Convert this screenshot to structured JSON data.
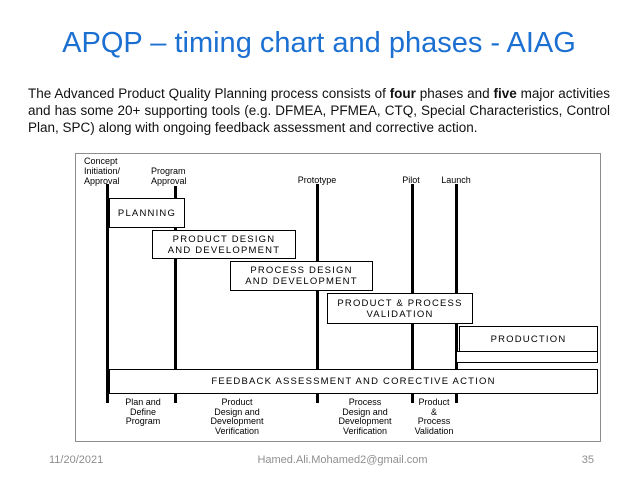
{
  "slide": {
    "title": "APQP – timing chart and phases - AIAG",
    "intro": {
      "text_before_four": "The Advanced Product Quality Planning process consists of ",
      "bold_four": "four",
      "text_between": " phases and ",
      "bold_five": "five",
      "text_after": " major activities and has some 20+ supporting tools (e.g. DFMEA, PFMEA, CTQ, Special Characteristics, Control Plan, SPC) along with ongoing feedback assessment and corrective action."
    },
    "footer": {
      "date": "11/20/2021",
      "email": "Hamed.Ali.Mohamed2@gmail.com",
      "slide_number": "35"
    }
  },
  "diagram": {
    "milestones": [
      {
        "label": "Concept\nInitiation/\nApproval"
      },
      {
        "label": "Program\nApproval"
      },
      {
        "label": "Prototype"
      },
      {
        "label": "Pilot"
      },
      {
        "label": "Launch"
      }
    ],
    "phases": [
      {
        "label": "PLANNING"
      },
      {
        "label": "PRODUCT DESIGN\nAND DEVELOPMENT"
      },
      {
        "label": "PROCESS DESIGN\nAND DEVELOPMENT"
      },
      {
        "label": "PRODUCT & PROCESS\nVALIDATION"
      },
      {
        "label": "PRODUCTION"
      }
    ],
    "feedback_bar": "FEEDBACK ASSESSMENT AND CORECTIVE ACTION",
    "activities": [
      {
        "label": "Plan and\nDefine\nProgram"
      },
      {
        "label": "Product\nDesign and\nDevelopment\nVerification"
      },
      {
        "label": "Process\nDesign and\nDevelopment\nVerification"
      },
      {
        "label": "Product\n&\nProcess\nValidation"
      }
    ],
    "colors": {
      "title_blue": "#1b70d2",
      "diagram_line": "#000000",
      "frame_gray": "#8c8c8c",
      "footer_gray": "#8f8f8f"
    }
  }
}
